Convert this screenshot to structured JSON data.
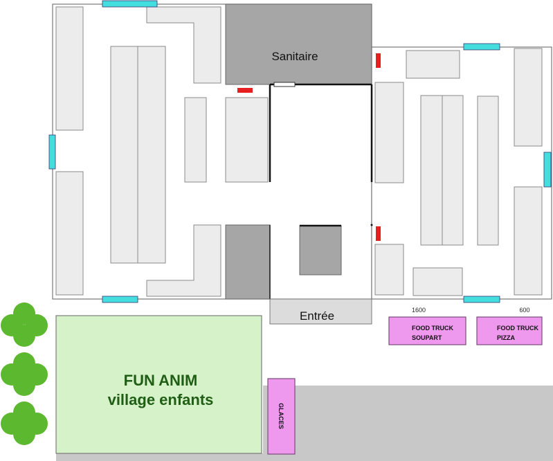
{
  "labels": {
    "sanitaire": "Sanitaire",
    "entree": "Entrée",
    "fun_anim_line1": "FUN ANIM",
    "fun_anim_line2": "village enfants",
    "glaces": "GLACES",
    "food_truck_1_line1": "FOOD TRUCK",
    "food_truck_1_line2": "SOUPART",
    "food_truck_1_number": "1600",
    "food_truck_2_line1": "FOOD TRUCK",
    "food_truck_2_line2": "PIZZA",
    "food_truck_2_number": "600"
  },
  "colors": {
    "stall": "#ececec",
    "fixed_block": "#a6a6a6",
    "window": "#44dede",
    "extinguisher": "#e62020",
    "kids_village": "#d5f2c8",
    "kids_text": "#1f5e14",
    "food_truck": "#ee99ee",
    "road": "#c8c8c8",
    "tree": "#5cb82e"
  }
}
